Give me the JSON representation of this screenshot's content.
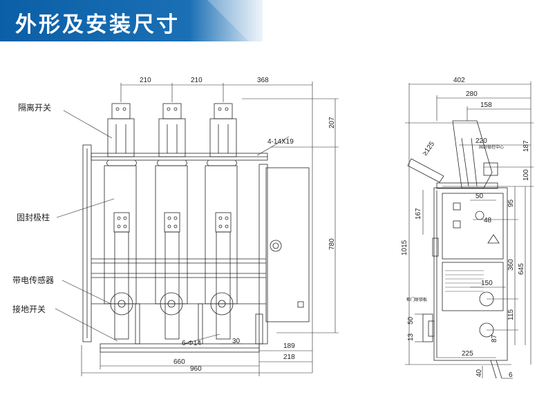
{
  "header": {
    "title": "外形及安装尺寸",
    "colors": {
      "banner_dark": "#0b5fa6",
      "banner_light": "#e8f0f8",
      "line": "#222222"
    }
  },
  "front_view": {
    "labels": {
      "disconnector": "隔离开关",
      "embedded_pole": "固封极柱",
      "live_sensor": "带电传感器",
      "earthing_switch": "接地开关"
    },
    "dims": {
      "pitch_1": "210",
      "pitch_2": "210",
      "right_offset": "368",
      "top_height": "207",
      "holes_top": "4-14X19",
      "total_height": "780",
      "holes_bottom": "6-Φ14",
      "bottom_30": "30",
      "right_189": "189",
      "width_660": "660",
      "right_218": "218",
      "width_960": "960"
    }
  },
  "side_view": {
    "dims": {
      "w402": "402",
      "w280": "280",
      "w158": "158",
      "w220": "220",
      "angle": "≥125",
      "h187": "187",
      "h100": "100",
      "h1015": "1015",
      "h167": "167",
      "w50": "50",
      "w48": "48",
      "h95": "95",
      "h360": "360",
      "h645": "645",
      "w150": "150",
      "h115": "115",
      "h50": "50",
      "h13": "13",
      "h87": "87",
      "w225": "225",
      "h40": "40",
      "w6": "6"
    },
    "notes": {
      "fixing_center": "固封极柱中心",
      "door_lock": "柜门联锁板"
    }
  }
}
